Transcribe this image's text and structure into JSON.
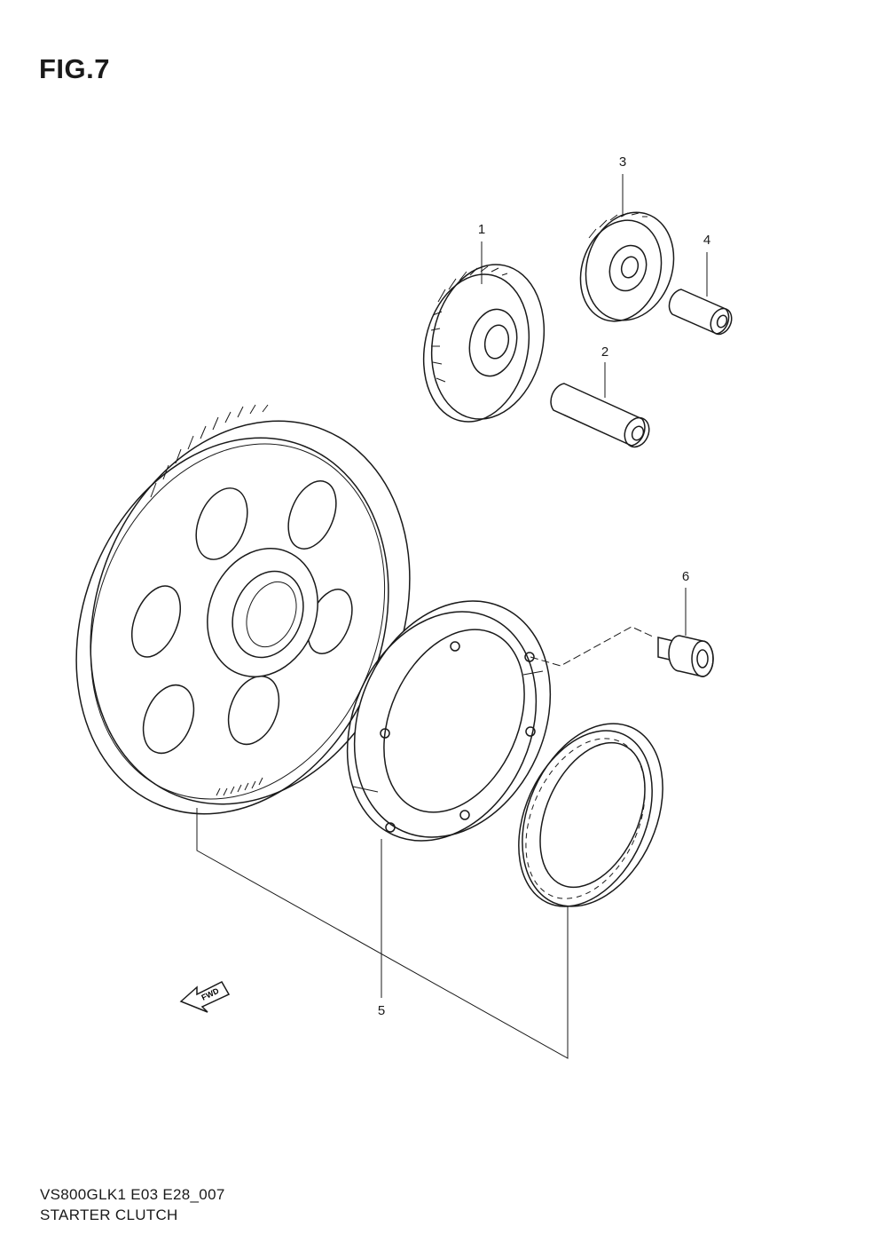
{
  "figure": {
    "title": "FIG.7",
    "code": "VS800GLK1 E03 E28_007",
    "name": "STARTER CLUTCH"
  },
  "callouts": [
    {
      "id": "1",
      "label": "1"
    },
    {
      "id": "2",
      "label": "2"
    },
    {
      "id": "3",
      "label": "3"
    },
    {
      "id": "4",
      "label": "4"
    },
    {
      "id": "5",
      "label": "5"
    },
    {
      "id": "6",
      "label": "6"
    }
  ],
  "fwd_marker": {
    "label": "FWD",
    "icon": "fwd-arrow-icon"
  }
}
